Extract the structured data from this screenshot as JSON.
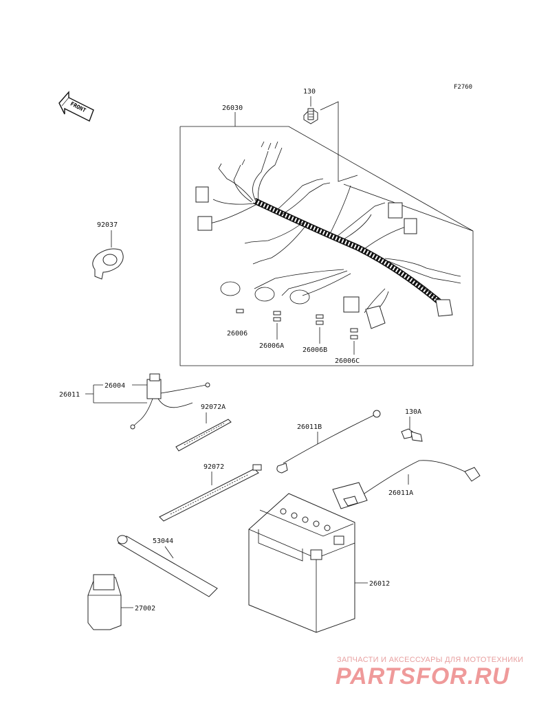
{
  "figure_code": "F2760",
  "front_label": "FRONT",
  "parts": {
    "p26030": "26030",
    "p130": "130",
    "p92037": "92037",
    "p26006": "26006",
    "p26006A": "26006A",
    "p26006B": "26006B",
    "p26006C": "26006C",
    "p26011": "26011",
    "p26004": "26004",
    "p92072A": "92072A",
    "p26011B": "26011B",
    "p130A": "130A",
    "p92072": "92072",
    "p26011A": "26011A",
    "p53044": "53044",
    "p26012": "26012",
    "p27002": "27002"
  },
  "watermark": {
    "tagline": "ЗАПЧАСТИ И АКСЕССУАРЫ ДЛЯ МОТОТЕХНИКИ",
    "logo": "PARTSFOR.RU",
    "color": "#ef9a9a"
  }
}
